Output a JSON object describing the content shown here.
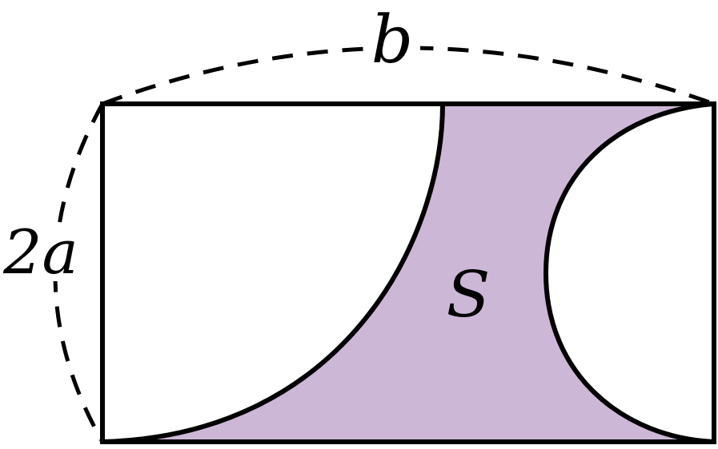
{
  "diagram": {
    "labels": {
      "top_dimension": "b",
      "left_dimension": "2a",
      "region": "S"
    },
    "colors": {
      "shaded_region": "#CDB7D7",
      "stroke": "#000000",
      "background": "#FFFFFF"
    }
  }
}
